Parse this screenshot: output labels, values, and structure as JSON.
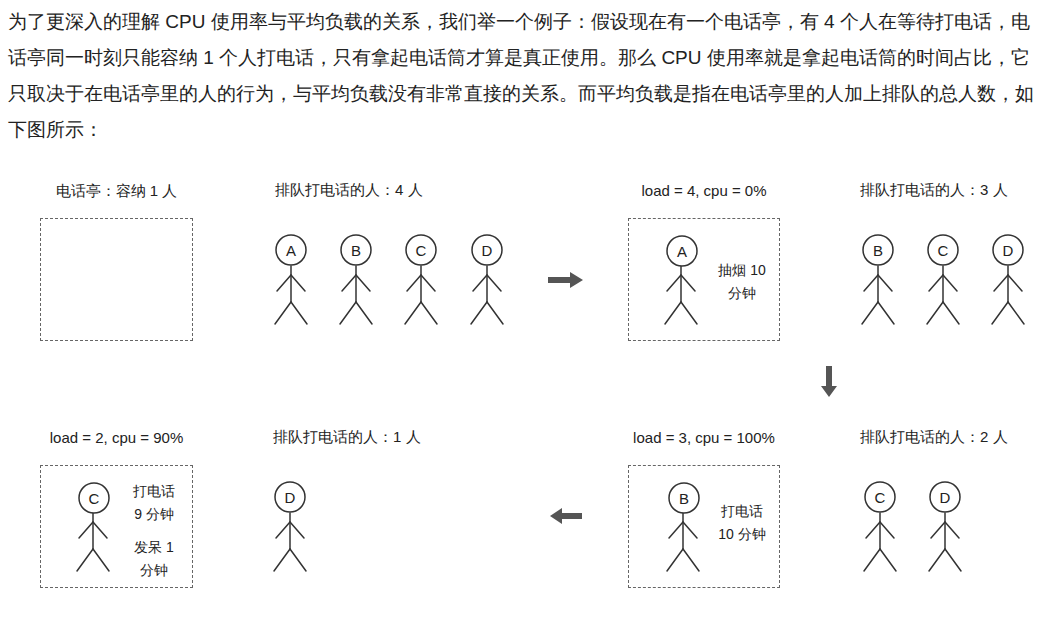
{
  "diagram": {
    "caption": "为了更深入的理解 CPU 使用率与平均负载的关系，我们举一个例子：假设现在有一个电话亭，有 4 个人在等待打电话，电话亭同一时刻只能容纳 1 个人打电话，只有拿起电话筒才算是真正使用。那么 CPU 使用率就是拿起电话筒的时间占比，它只取决于在电话亭里的人的行为，与平均负载没有非常直接的关系。而平均负载是指在电话亭里的人加上排队的总人数，如下图所示：",
    "nodes": [
      {
        "text": [
          "电话亭：容纳 1 人"
        ]
      },
      {
        "text": [
          "A"
        ]
      },
      {
        "text": [
          "B"
        ]
      },
      {
        "text": [
          "C"
        ]
      },
      {
        "text": [
          "D"
        ]
      },
      {
        "text": [
          "load = 4, cpu = 0%",
          "抽烟 10 分钟"
        ]
      },
      {
        "text": [
          "A"
        ],
        "in": 5
      },
      {
        "text": [
          "B"
        ]
      },
      {
        "text": [
          "C"
        ]
      },
      {
        "text": [
          "D"
        ]
      },
      {
        "text": [
          "load = 2, cpu = 90%",
          "打电话 9 分钟",
          "发呆 1 分钟"
        ]
      },
      {
        "text": [
          "C"
        ],
        "in": 10
      },
      {
        "text": [
          "D"
        ]
      },
      {
        "text": [
          "load = 3, cpu = 100%",
          "打电话 10 分钟"
        ]
      },
      {
        "text": [
          "B"
        ],
        "in": 13
      },
      {
        "text": [
          "C"
        ]
      },
      {
        "text": [
          "D"
        ]
      }
    ],
    "labels": [
      "排队打电话的人：4 人",
      "排队打电话的人：3 人",
      "排队打电话的人：1 人",
      "排队打电话的人：2 人"
    ]
  }
}
